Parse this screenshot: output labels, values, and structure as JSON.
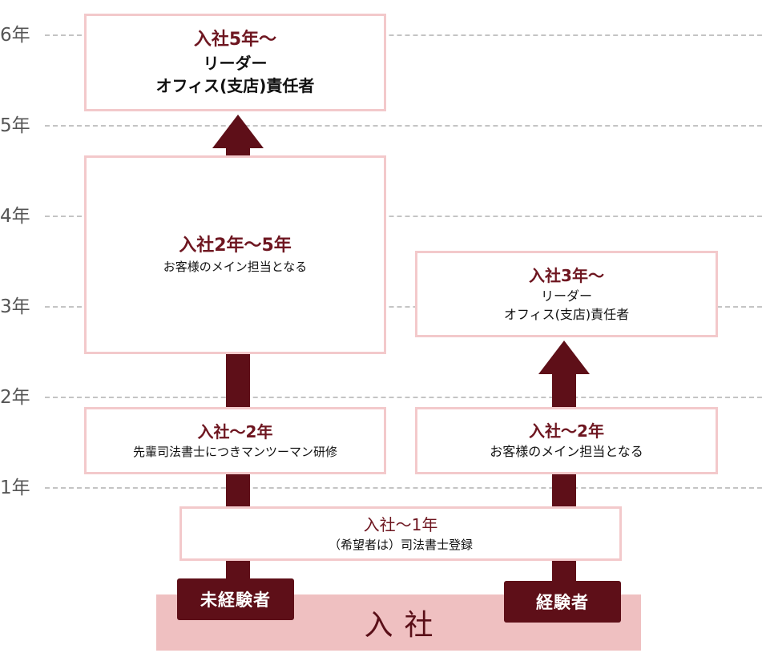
{
  "y_axis": {
    "ticks": [
      "6年",
      "5年",
      "4年",
      "3年",
      "2年",
      "1年"
    ]
  },
  "join": {
    "label": "入社"
  },
  "tracks": {
    "inexperienced": {
      "label": "未経験者",
      "stages": [
        {
          "title": "入社〜2年",
          "lines": [
            "先輩司法書士につきマンツーマン研修"
          ]
        },
        {
          "title": "入社2年〜5年",
          "lines": [
            "お客様のメイン担当となる"
          ]
        },
        {
          "title": "入社5年〜",
          "lines": [
            "リーダー",
            "オフィス(支店)責任者"
          ]
        }
      ]
    },
    "experienced": {
      "label": "経験者",
      "stages": [
        {
          "title": "入社〜2年",
          "lines": [
            "お客様のメイン担当となる"
          ]
        },
        {
          "title": "入社3年〜",
          "lines": [
            "リーダー",
            "オフィス(支店)責任者"
          ]
        }
      ]
    }
  },
  "shared_stage": {
    "title": "入社〜1年",
    "lines": [
      "（希望者は）司法書士登録"
    ]
  },
  "colors": {
    "accent": "#5e0f18",
    "box_border": "#f3c9cb",
    "join_band": "#efc0c1",
    "title_text": "#6e1620",
    "grid": "#c4c4c4"
  }
}
